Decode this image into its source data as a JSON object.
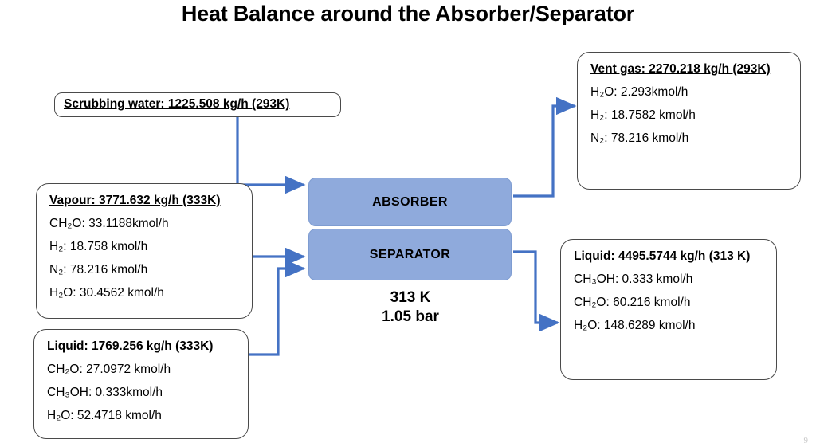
{
  "title": "Heat Balance around the Absorber/Separator",
  "units": {
    "absorber": "ABSORBER",
    "separator": "SEPARATOR",
    "block_color": "#8FAADC"
  },
  "conditions": {
    "temperature": "313 K",
    "pressure": "1.05 bar"
  },
  "arrow_color": "#4472C4",
  "streams": {
    "scrubbing_water": {
      "heading": "Scrubbing water: 1225.508 kg/h (293K)",
      "components": []
    },
    "vapour_feed": {
      "heading": "Vapour: 3771.632 kg/h (333K)",
      "components": [
        "CH₂O: 33.1188kmol/h",
        "H₂: 18.758 kmol/h",
        "N₂: 78.216 kmol/h",
        "H₂O: 30.4562 kmol/h"
      ]
    },
    "liquid_feed": {
      "heading": "Liquid: 1769.256 kg/h (333K)",
      "components": [
        "CH₂O: 27.0972 kmol/h",
        "CH₃OH: 0.333kmol/h",
        "H₂O:  52.4718 kmol/h"
      ]
    },
    "vent_gas": {
      "heading": "Vent gas: 2270.218 kg/h (293K)",
      "components": [
        "H₂O:  2.293kmol/h",
        "H₂: 18.7582 kmol/h",
        "N₂:  78.216 kmol/h"
      ]
    },
    "liquid_product": {
      "heading": "Liquid: 4495.5744 kg/h (313 K)",
      "components": [
        "CH₃OH: 0.333 kmol/h",
        "CH₂O: 60.216 kmol/h",
        "H₂O: 148.6289 kmol/h"
      ]
    }
  },
  "corner_mark": "9"
}
